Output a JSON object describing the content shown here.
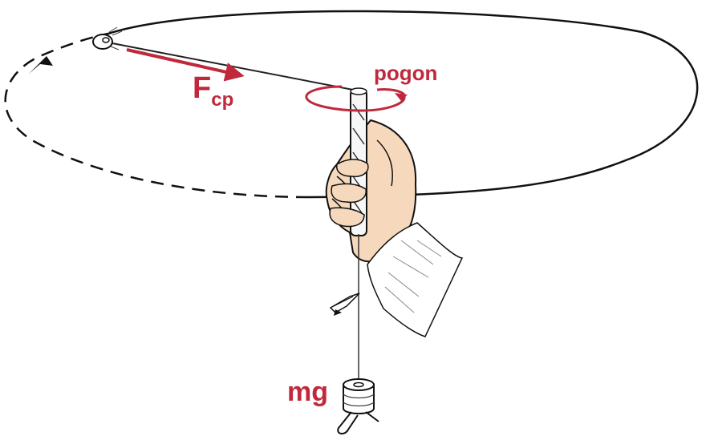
{
  "labels": {
    "force_main": "F",
    "force_sub": "cp",
    "drive": "pogon",
    "weight": "mg"
  },
  "colors": {
    "accent": "#c0283c",
    "ink": "#111111",
    "skin": "#f6d9bd",
    "sleeve": "#ffffff"
  },
  "icons": {
    "force_arrow": "arrow-right",
    "rotation_arrow": "circular-arrow",
    "motion_arrow": "arrow-head-left"
  }
}
